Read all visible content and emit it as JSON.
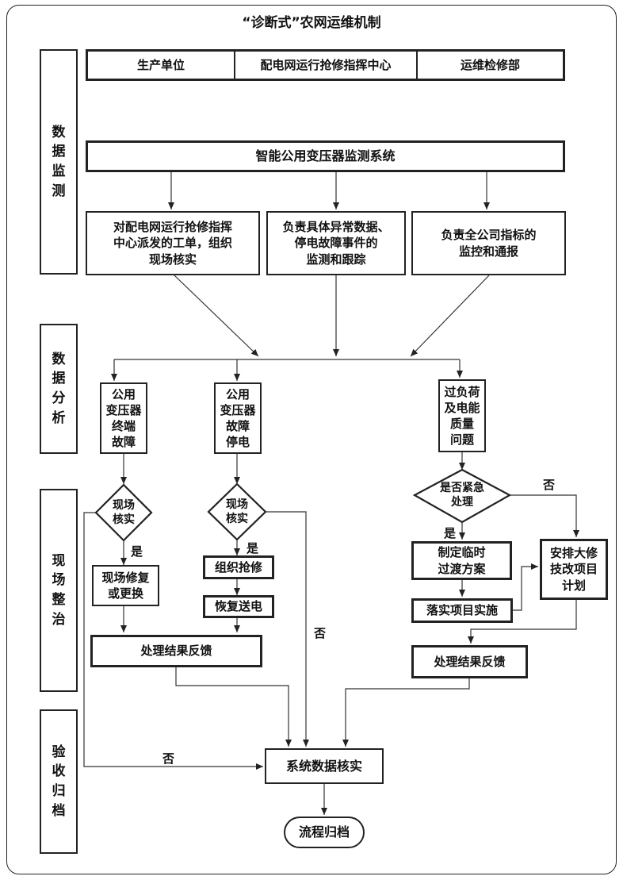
{
  "title": "“诊断式”农网运维机制",
  "stages": [
    "数\n据\n监\n测",
    "数\n据\n分\n析",
    "现\n场\n整\n治",
    "验\n收\n归\n档"
  ],
  "header": {
    "cells": [
      "生产单位",
      "配电网运行抢修指挥中心",
      "运维检修部"
    ]
  },
  "system": "智能公用变压器监测系统",
  "tasks": [
    "对配电网运行抢修指挥\n中心派发的工单，组织\n现场核实",
    "负责具体异常数据、\n停电故障事件的\n监测和跟踪",
    "负责全公司指标的\n监控和通报"
  ],
  "faults": [
    "公用\n变压器\n终端\n故障",
    "公用\n变压器\n故障\n停电",
    "过负荷\n及电能\n质量\n问题"
  ],
  "decisions": {
    "onsite_a": "现场\n核实",
    "onsite_b": "现场\n核实",
    "urgent": "是否紧急\n处理"
  },
  "actions": {
    "repair_replace": "现场修复\n或更换",
    "organize_repair": "组织抢修",
    "restore_power": "恢复送电",
    "feedback_left": "处理结果反馈",
    "temp_plan": "制定临时\n过渡方案",
    "implement": "落实项目实施",
    "overhaul_plan": "安排大修\n技改项目\n计划",
    "feedback_right": "处理结果反馈",
    "verify": "系统数据核实",
    "archive": "流程归档"
  },
  "labels": {
    "yes": "是",
    "no": "否"
  }
}
